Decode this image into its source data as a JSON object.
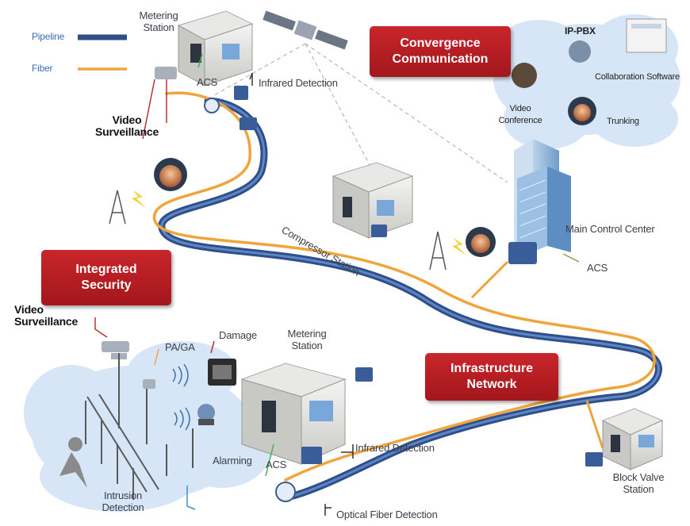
{
  "legend": {
    "pipeline": "Pipeline",
    "fiber": "Fiber"
  },
  "colors": {
    "pipeline": "#3b5f9c",
    "fiber": "#f0a43c",
    "banner": "#b31e23",
    "cloud": "#d7e6f7"
  },
  "banners": {
    "convergence": [
      "Convergence",
      "Communication"
    ],
    "security": [
      "Integrated",
      "Security"
    ],
    "infrastructure": [
      "Infrastructure",
      "Network"
    ]
  },
  "labels": {
    "metering_station_top": [
      "Metering",
      "Station"
    ],
    "acs_top": "ACS",
    "infrared_detection_top": "Infrared Detection",
    "video_surveillance_top": [
      "Video",
      "Surveillance"
    ],
    "compressor_station": "Compressor Station",
    "main_control_center": "Main Control Center",
    "acs_control": "ACS",
    "ip_pbx": "IP-PBX",
    "collaboration_software": "Collaboration Software",
    "video_conference": [
      "Video",
      "Conference"
    ],
    "trunking": "Trunking",
    "video_surveillance_left": [
      "Video",
      "Surveillance"
    ],
    "pa_ga": "PA/GA",
    "damage": "Damage",
    "metering_station_bottom": [
      "Metering",
      "Station"
    ],
    "alarming": "Alarming",
    "acs_bottom": "ACS",
    "infrared_detection_bottom": "Infrared Detection",
    "intrusion_detection": [
      "Intrusion",
      "Detection"
    ],
    "optical_fiber_detection": "Optical Fiber Detection",
    "block_valve_station": [
      "Block Valve",
      "Station"
    ]
  }
}
